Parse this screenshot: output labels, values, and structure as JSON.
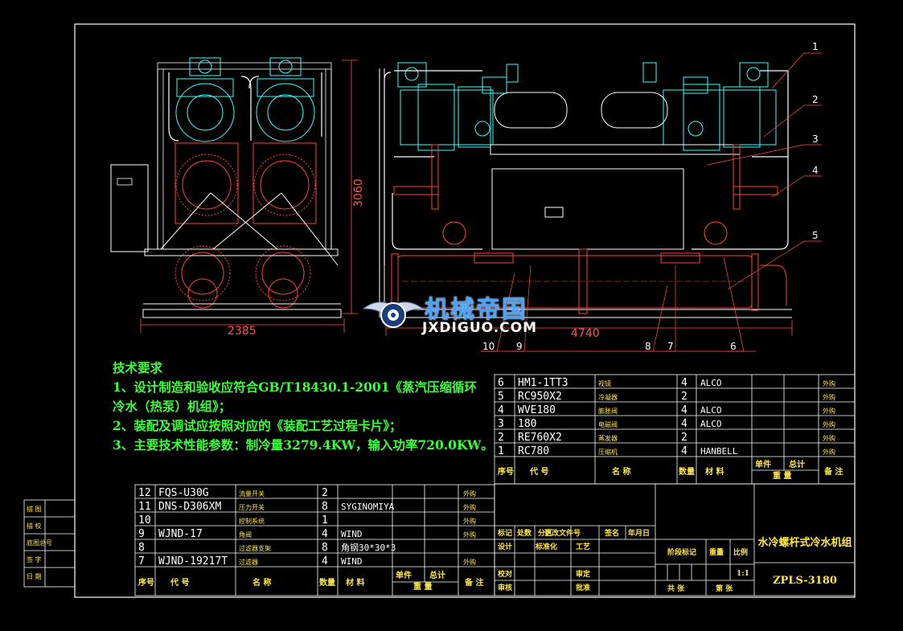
{
  "dimensions": {
    "height": "3060",
    "width_left": "2385",
    "width_right": "4740"
  },
  "callouts": [
    "1",
    "2",
    "3",
    "4",
    "5",
    "6",
    "7",
    "8",
    "9",
    "10"
  ],
  "notes": {
    "heading": "技术要求",
    "line1": "1、设计制造和验收应符合GB/T18430.1-2001《蒸汽压缩循环",
    "line2": "冷水（热泵）机组》；",
    "line3": "2、装配及调试应按照对应的《装配工艺过程卡片》；",
    "line4": "3、主要技术性能参数：制冷量3279.4KW，输入功率720.0KW。"
  },
  "bom_upper": {
    "rows": [
      {
        "no": "6",
        "code": "HM1-1TT3",
        "name": "视镜",
        "qty": "4",
        "material": "ALCO",
        "remark": "外购"
      },
      {
        "no": "5",
        "code": "RC950X2",
        "name": "冷凝器",
        "qty": "2",
        "material": "",
        "remark": "外购"
      },
      {
        "no": "4",
        "code": "WVE180",
        "name": "膨胀阀",
        "qty": "4",
        "material": "ALCO",
        "remark": "外购"
      },
      {
        "no": "3",
        "code": "180",
        "name": "电磁阀",
        "qty": "4",
        "material": "ALCO",
        "remark": "外购"
      },
      {
        "no": "2",
        "code": "RE760X2",
        "name": "蒸发器",
        "qty": "2",
        "material": "",
        "remark": "外购"
      },
      {
        "no": "1",
        "code": "RC780",
        "name": "压缩机",
        "qty": "4",
        "material": "HANBELL",
        "remark": "外购"
      }
    ],
    "header": {
      "no": "序号",
      "code": "代 号",
      "name": "名 称",
      "qty": "数量",
      "material": "材 料",
      "unit": "单件",
      "total": "总计",
      "weight": "重 量",
      "remark": "备 注"
    }
  },
  "bom_lower": {
    "rows": [
      {
        "no": "12",
        "code": "FQS-U30G",
        "name": "流量开关",
        "qty": "2",
        "material": "",
        "remark": "外购"
      },
      {
        "no": "11",
        "code": "DNS-D306XM",
        "name": "压力开关",
        "qty": "8",
        "material": "SYGINOMIYA",
        "remark": "外购"
      },
      {
        "no": "10",
        "code": "",
        "name": "控制系统",
        "qty": "1",
        "material": "",
        "remark": "外购"
      },
      {
        "no": "9",
        "code": "WJND-17",
        "name": "角阀",
        "qty": "4",
        "material": "WIND",
        "remark": "外购"
      },
      {
        "no": "8",
        "code": "",
        "name": "过滤器支架",
        "qty": "8",
        "material": "角钢30*30*3",
        "remark": ""
      },
      {
        "no": "7",
        "code": "WJND-19217T",
        "name": "过滤器",
        "qty": "4",
        "material": "WIND",
        "remark": "外购"
      }
    ],
    "header": {
      "no": "序号",
      "code": "代 号",
      "name": "名 称",
      "qty": "数量",
      "material": "材 料",
      "unit": "单件",
      "total": "总计",
      "weight": "重 量",
      "remark": "备 注"
    }
  },
  "title_block": {
    "product_name": "水冷螺杆式冷水机组",
    "drawing_number": "ZPLS-3180",
    "scale": "1:1",
    "labels": {
      "mark": "标记",
      "count": "处数",
      "zone": "分区",
      "change_doc": "更改文件号",
      "sign": "签名",
      "date": "年月日",
      "design": "设计",
      "standard": "标准化",
      "process": "工艺",
      "check": "校对",
      "audit": "审核",
      "review": "审定",
      "approve": "批准",
      "stage": "阶段标记",
      "weight": "重量",
      "ratio": "比例",
      "total_sheets": "共 张",
      "sheet": "第 张"
    }
  },
  "side_strip": [
    "描 图",
    "描 校",
    "底图总号",
    "签 字",
    "日 期"
  ],
  "watermark": {
    "main": "机械帝国",
    "sub": "JXDIGUO.COM"
  },
  "colors": {
    "background": "#000000",
    "frame": "#ffffff",
    "equipment": "#ff4040",
    "piping": "#ffffff",
    "compressor": "#33ffff",
    "notes": "#3cff3c",
    "dimension": "#ff5050",
    "text": "#ffffff",
    "title": "#ffe84a"
  }
}
